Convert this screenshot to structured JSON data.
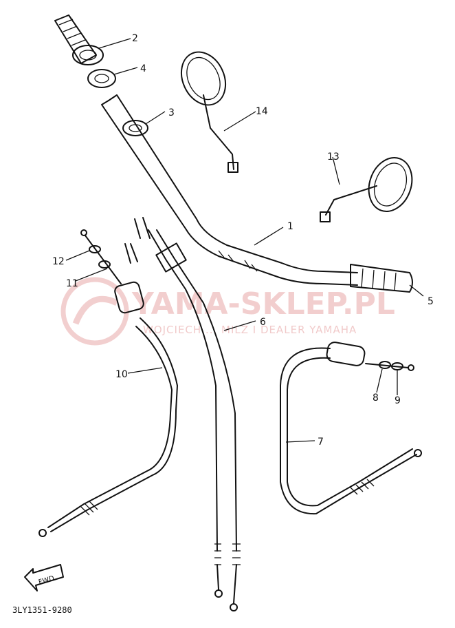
{
  "watermark": {
    "title": "YAMA-SKLEP.PL",
    "subtitle": "WOJCIECH ... MILZ I DEALER YAMAHA"
  },
  "parts": {
    "p1": "1",
    "p2": "2",
    "p3": "3",
    "p4": "4",
    "p5": "5",
    "p6": "6",
    "p7": "7",
    "p8": "8",
    "p9": "9",
    "p10": "10",
    "p11": "11",
    "p12": "12",
    "p13": "13",
    "p14": "14"
  },
  "fwd_label": "FWD",
  "diagram_code": "3LY1351-9280"
}
